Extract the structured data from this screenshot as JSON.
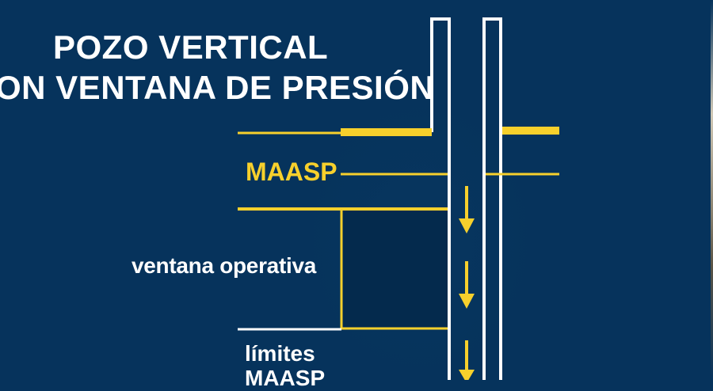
{
  "title": {
    "line1": "POZO VERTICAL",
    "line2": "ON VENTANA DE PRESIÓN"
  },
  "labels": {
    "maasp": "MAASP",
    "ventana_operativa": "ventana operativa",
    "limites": "límites",
    "limites_maasp": "MAASP"
  },
  "colors": {
    "background": "#06335c",
    "accent_yellow": "#f7d02c",
    "line_white": "#ffffff"
  },
  "icons": {
    "flow_arrows": [
      "arrow-down",
      "arrow-down",
      "arrow-down"
    ]
  }
}
